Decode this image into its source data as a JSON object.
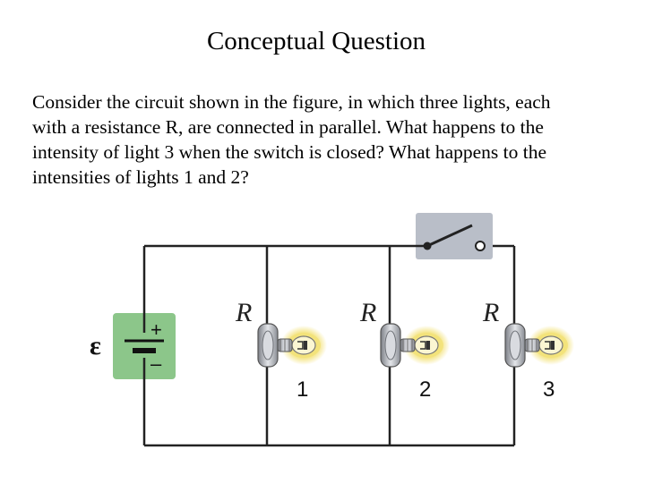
{
  "slide": {
    "title": "Conceptual Question",
    "paragraph_lines": [
      "Consider the circuit shown in the figure, in which three lights, each",
      "with a resistance R, are connected in parallel.  What happens to the",
      "intensity of light 3 when the switch is closed?  What happens to the",
      "intensities of lights 1 and 2?"
    ]
  },
  "figure": {
    "emf_symbol": "ε",
    "battery_plus": "+",
    "battery_minus": "–",
    "lights": [
      {
        "resistance_label": "R",
        "number": "1"
      },
      {
        "resistance_label": "R",
        "number": "2"
      },
      {
        "resistance_label": "R",
        "number": "3"
      }
    ],
    "colors": {
      "battery_box": "#8cc68a",
      "switch_box": "#b9bec8",
      "glow": "#f3e27a",
      "wire": "#222222"
    }
  }
}
